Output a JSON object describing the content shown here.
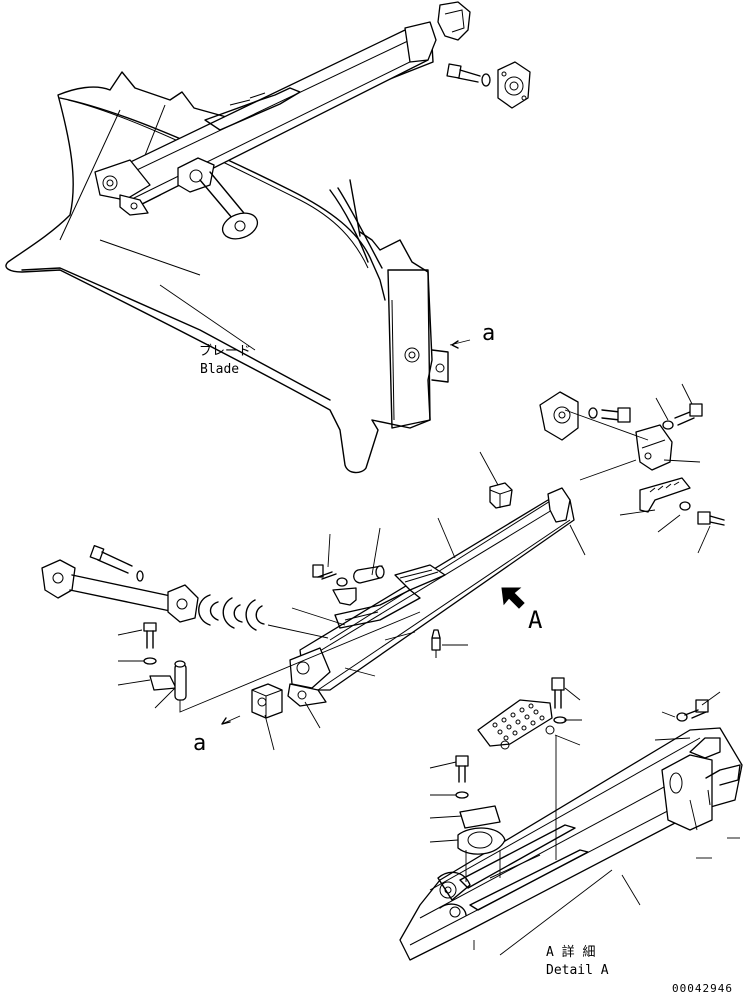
{
  "labels": {
    "blade_jp": "ブレード",
    "blade_en": "Blade",
    "ref_a_top": "a",
    "ref_a_bottom": "a",
    "view_A": "A",
    "detail_jp": "A 詳 細",
    "detail_en": "Detail A",
    "drawing_no": "00042946"
  },
  "icons": {
    "view_arrow": "arrow-up-left-icon",
    "ref_arrow": "arrow-left-icon"
  }
}
